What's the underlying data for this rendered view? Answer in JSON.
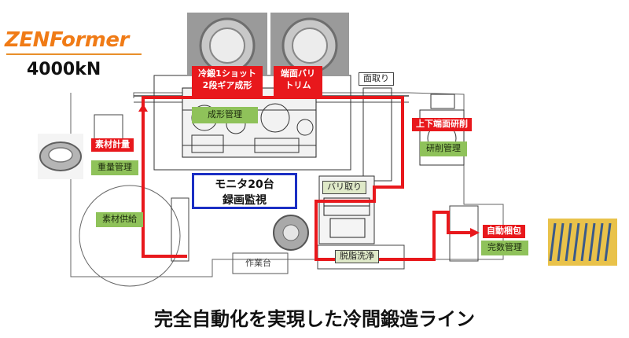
{
  "brand": {
    "name": "ZENFormer",
    "capacity": "4000kN",
    "accent_color": "#f07b16"
  },
  "process_labels": {
    "cold_forging": "冷鍛1ショット\n2段ギア成形",
    "end_burr_trim": "端面バリ\nトリム",
    "chamfer": "面取り",
    "end_face_grinding": "上下端面研削",
    "material_weighing": "素材計量",
    "auto_packing": "自動梱包"
  },
  "management_labels": {
    "forming_mgmt": "成形管理",
    "grinding_mgmt": "研削管理",
    "weight_mgmt": "重量管理",
    "count_mgmt": "完数管理"
  },
  "station_labels": {
    "material_supply": "素材供給",
    "deburr": "バリ取り",
    "degrease_wash": "脱脂洗浄",
    "workbench": "作業台"
  },
  "monitor_box": {
    "line1": "モニタ20台",
    "line2": "録画監視",
    "border_color": "#1b2fc4"
  },
  "caption": "完全自動化を実現した冷間鍛造ライン",
  "colors": {
    "flow_line": "#e8181c",
    "process_label_bg": "#e8181c",
    "mgmt_label_bg": "#8fc25a"
  }
}
